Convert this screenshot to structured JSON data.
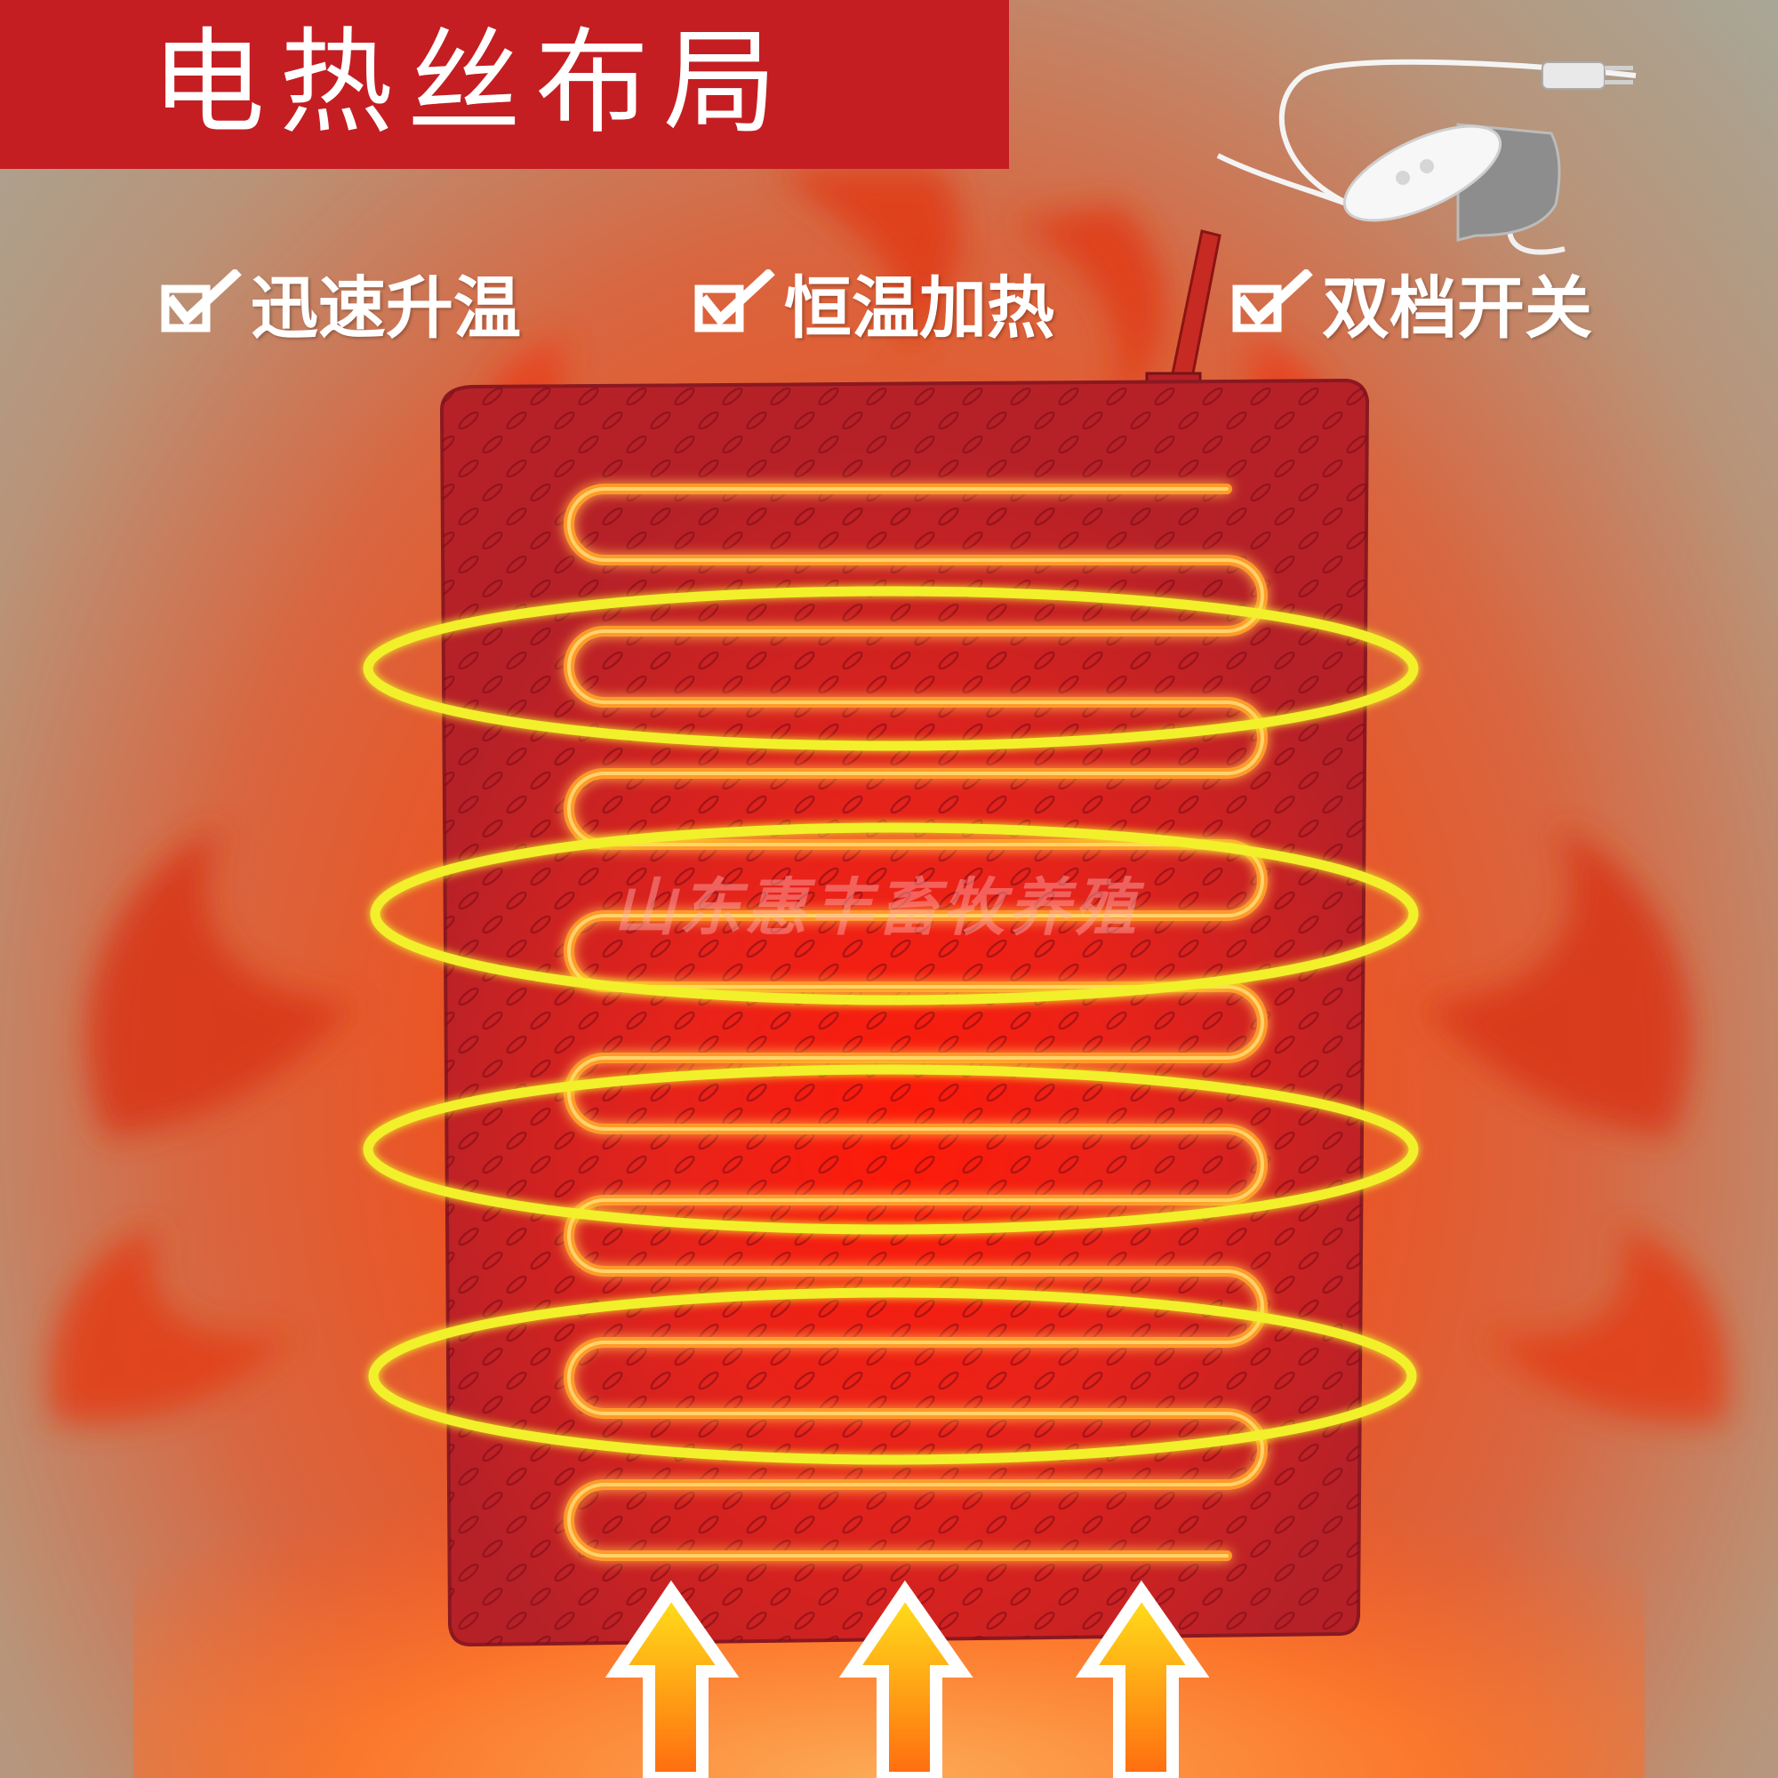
{
  "title": "电热丝布局",
  "features": [
    {
      "label": "迅速升温"
    },
    {
      "label": "恒温加热"
    },
    {
      "label": "双档开关"
    }
  ],
  "watermark": "山东惠丰畜牧养殖",
  "icons": {
    "check": "checkbox-check-icon",
    "arrow": "up-arrow-icon",
    "controller": "controller-cord-icon"
  },
  "colors": {
    "title_bar": "#c41e22",
    "pad": "#b8232a",
    "wire": "#ff9a2a",
    "ring": "#f2f02a",
    "arrow_fill": "#ffd21a",
    "arrow_fill_bottom": "#ff7a10"
  }
}
